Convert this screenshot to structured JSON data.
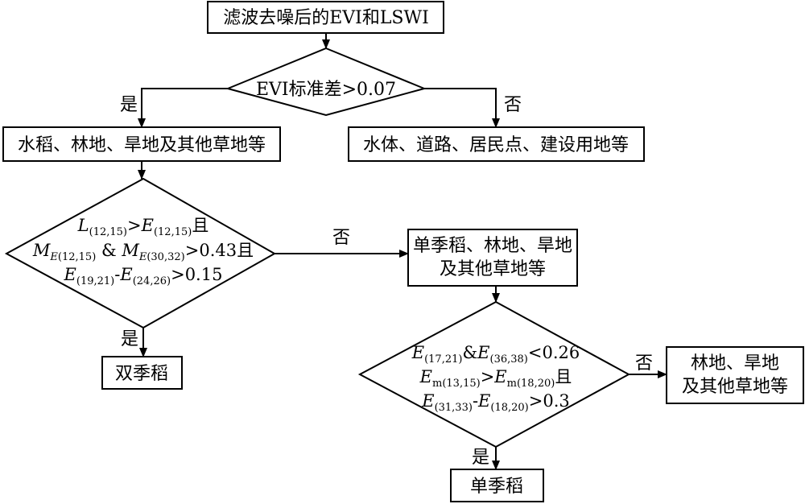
{
  "nodes": {
    "input_box": "滤波去噪后的EVI和LSWI",
    "d1": {
      "pre": "EVI标准差",
      "op": ">",
      "val": "0.07"
    },
    "box_left": "水稻、林地、旱地及其他草地等",
    "box_right": "水体、道路、居民点、建设用地等",
    "d2": {
      "l1": {
        "a": "L",
        "as": "(12,15)",
        "op": ">",
        "b": "E",
        "bs": "(12,15)",
        "tail": "且"
      },
      "l2": {
        "a": "M",
        "asE": "E",
        "as": "(12,15)",
        "amp": " & ",
        "b": "M",
        "bsE": "E",
        "bs": "(30,32)",
        "op": ">",
        "val": "0.43",
        "tail": "且"
      },
      "l3": {
        "a": "E",
        "as": "(19,21)",
        "dash": "-",
        "b": "E",
        "bs": "(24,26)",
        "op": ">",
        "val": "0.15"
      }
    },
    "box_single": [
      "单季稻、林地、旱地",
      "及其他草地等"
    ],
    "box_double": "双季稻",
    "d3": {
      "l1": {
        "a": "E",
        "as": "(17,21)",
        "amp": "&",
        "b": "E",
        "bs": "(36,38)",
        "op": "<",
        "val": "0.26"
      },
      "l2": {
        "a": "E",
        "as": "m(13,15)",
        "op": ">",
        "b": "E",
        "bs": "m(18,20)",
        "tail": "且"
      },
      "l3": {
        "a": "E",
        "as": "(31,33)",
        "dash": "-",
        "b": "E",
        "bs": "(18,20)",
        "op": ">",
        "val": "0.3"
      }
    },
    "box_forest": [
      "林地、旱地",
      "及其他草地等"
    ],
    "box_single_rice": "单季稻"
  },
  "labels": {
    "yes": "是",
    "no": "否"
  }
}
